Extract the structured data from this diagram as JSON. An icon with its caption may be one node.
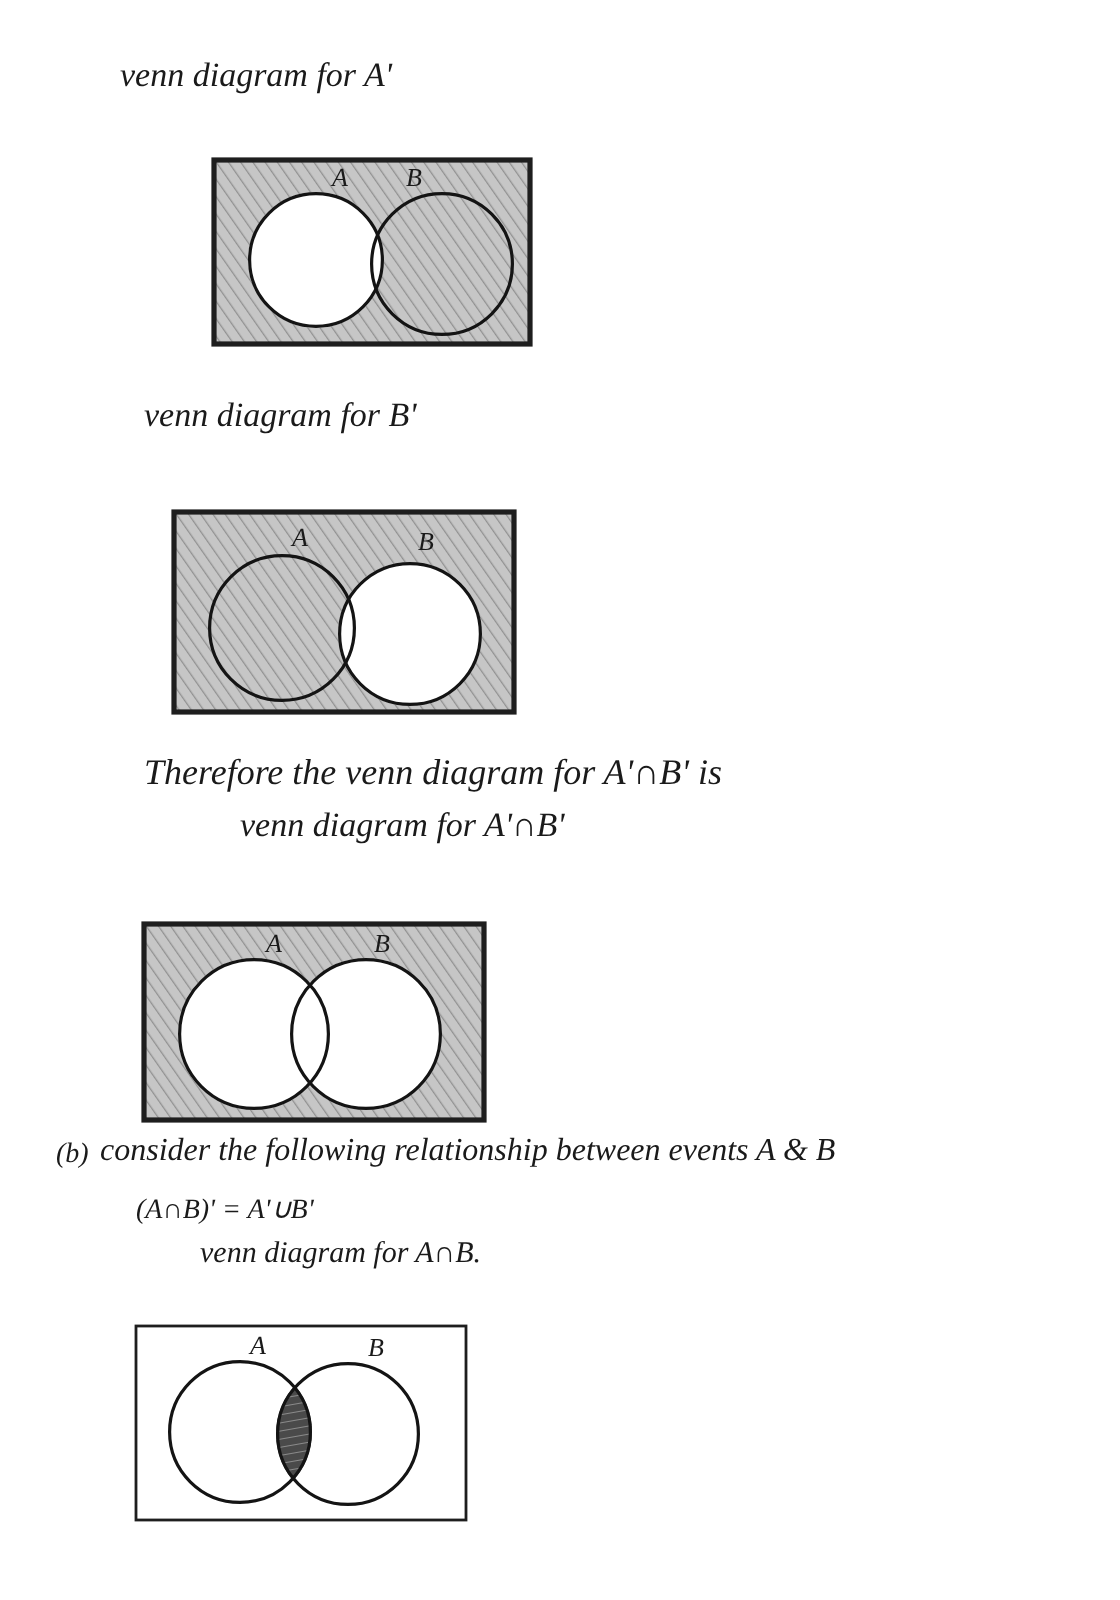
{
  "diagram": {
    "nodes": [
      {
        "text": [],
        "shape": "box"
      },
      {
        "text": [
          "A"
        ],
        "in": 0
      },
      {
        "text": [
          "B"
        ],
        "in": 0
      },
      {
        "text": [],
        "shape": "box"
      },
      {
        "text": [
          "A"
        ],
        "in": 3
      },
      {
        "text": [
          "B"
        ],
        "in": 3
      },
      {
        "text": [],
        "shape": "box"
      },
      {
        "text": [
          "A"
        ],
        "in": 6
      },
      {
        "text": [
          "B"
        ],
        "in": 6
      },
      {
        "text": [],
        "shape": "box"
      },
      {
        "text": [
          "A"
        ],
        "in": 9
      },
      {
        "text": [
          "B"
        ],
        "in": 9
      }
    ],
    "labels": [
      "venn diagram for A'",
      "venn diagram for B'",
      "Therefore the venn diagram for A'∩B' is",
      "venn diagram for A'∩B'",
      "(b)",
      "consider the following relationship between events A & B",
      "(A∩B)' = A'∪B'",
      "venn diagram for A∩B."
    ]
  }
}
